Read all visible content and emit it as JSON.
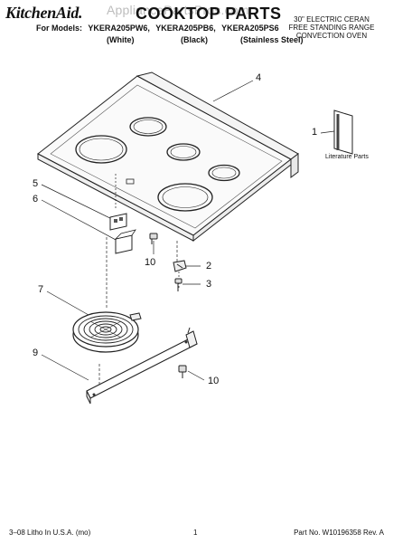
{
  "header": {
    "brand": "KitchenAid.",
    "watermark": "AppliancePartsPros.com",
    "title": "COOKTOP PARTS",
    "models_prefix": "For Models:",
    "models": [
      "YKERA205PW6,",
      "YKERA205PB6,",
      "YKERA205PS6"
    ],
    "finishes": [
      "(White)",
      "(Black)",
      "(Stainless Steel)"
    ],
    "description": [
      "30\" ELECTRIC CERAN",
      "FREE STANDING RANGE",
      "CONVECTION OVEN"
    ]
  },
  "callouts": {
    "literature": "1",
    "clip_2": "2",
    "screw_3": "3",
    "cooktop": "4",
    "item_5": "5",
    "item_6": "6",
    "element_7": "7",
    "bracket_9": "9",
    "screw_10a": "10",
    "screw_10b": "10"
  },
  "literature_caption": "Literature Parts",
  "footer": {
    "left": "3–08 Litho In U.S.A. (mo)",
    "center": "1",
    "right": "Part No. W10196358 Rev. A"
  }
}
